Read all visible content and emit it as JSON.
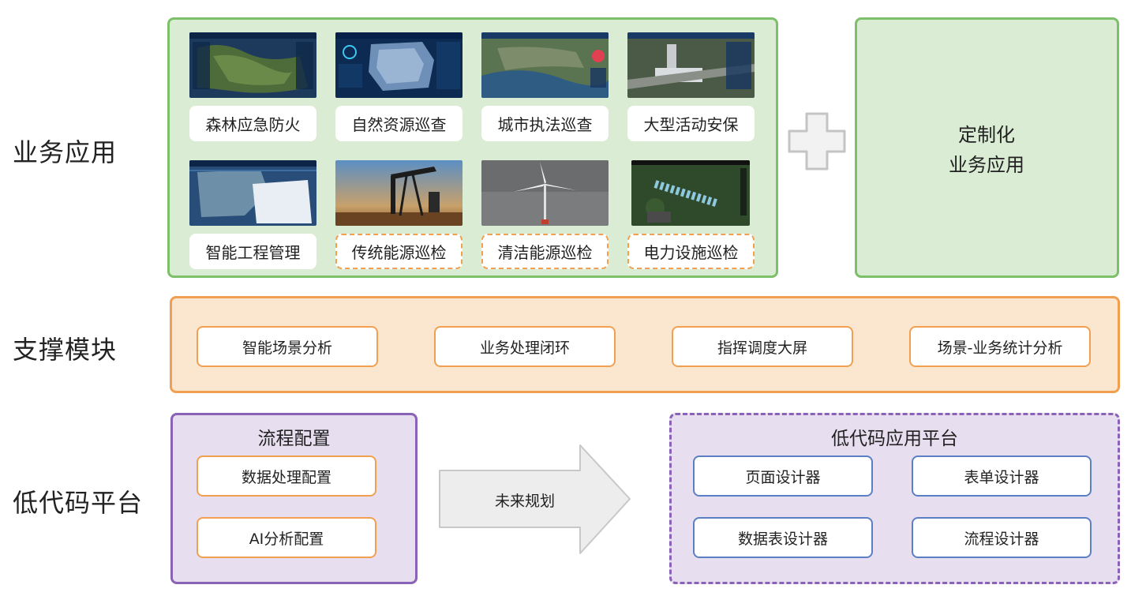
{
  "rows": {
    "business": "业务应用",
    "support": "支撑模块",
    "lowcode": "低代码平台"
  },
  "apps": [
    {
      "label": "森林应急防火"
    },
    {
      "label": "自然资源巡查"
    },
    {
      "label": "城市执法巡查"
    },
    {
      "label": "大型活动安保"
    },
    {
      "label": "智能工程管理"
    },
    {
      "label": "传统能源巡检"
    },
    {
      "label": "清洁能源巡检"
    },
    {
      "label": "电力设施巡检"
    }
  ],
  "custom": {
    "line1": "定制化",
    "line2": "业务应用"
  },
  "modules": [
    {
      "label": "智能场景分析"
    },
    {
      "label": "业务处理闭环"
    },
    {
      "label": "指挥调度大屏"
    },
    {
      "label": "场景-业务统计分析"
    }
  ],
  "flow_config": {
    "title": "流程配置",
    "items": [
      {
        "label": "数据处理配置"
      },
      {
        "label": "AI分析配置"
      }
    ]
  },
  "future": "未来规划",
  "lowcode_platform": {
    "title": "低代码应用平台",
    "items": [
      {
        "label": "页面设计器"
      },
      {
        "label": "表单设计器"
      },
      {
        "label": "数据表设计器"
      },
      {
        "label": "流程设计器"
      }
    ]
  },
  "colors": {
    "green_border": "#7cc06a",
    "green_fill": "#daecd4",
    "orange_border": "#f0a050",
    "orange_fill": "#fbe6d0",
    "purple_border": "#8a63b6",
    "purple_fill": "#e7def0",
    "blue_border": "#5b7fc4"
  }
}
